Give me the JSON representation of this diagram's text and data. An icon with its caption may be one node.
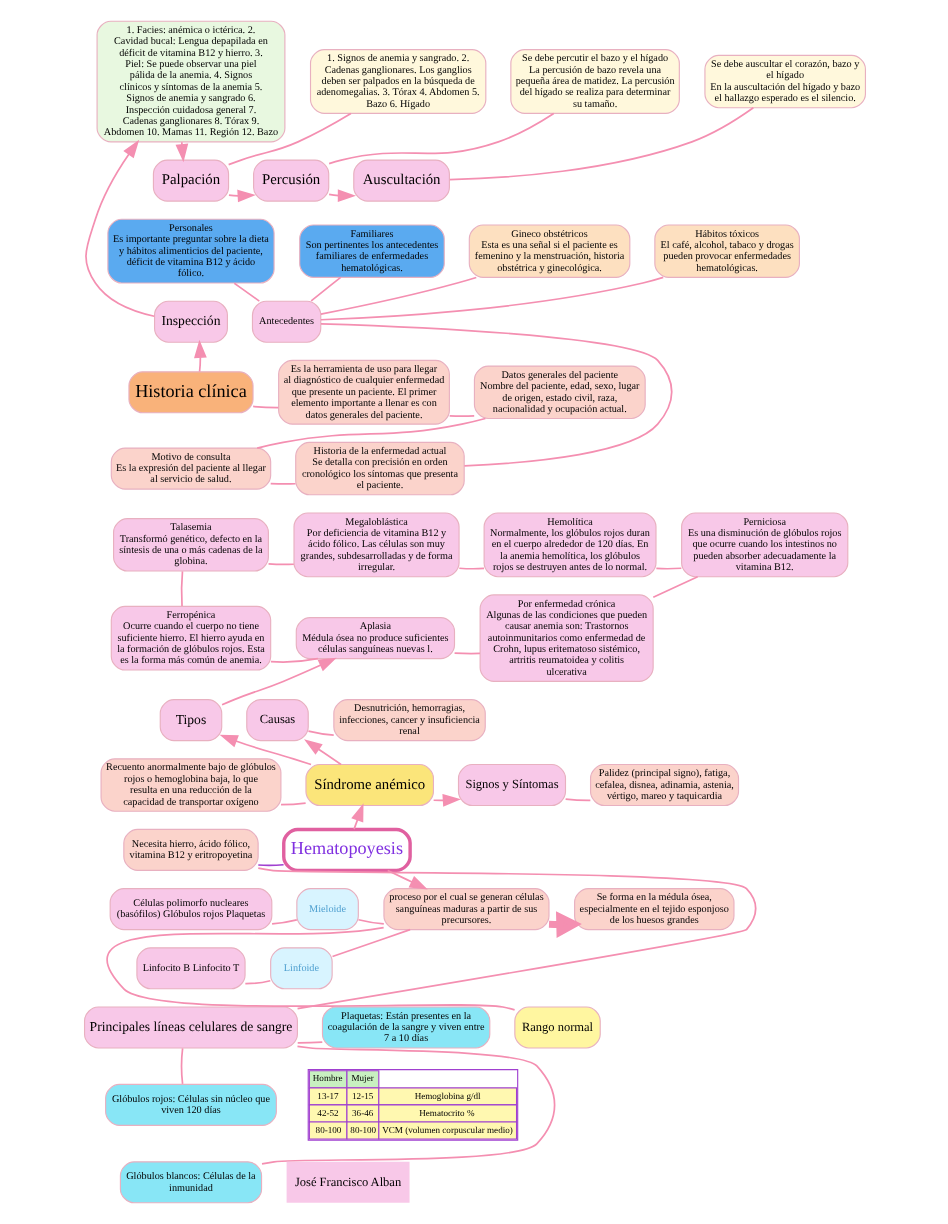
{
  "diagram": {
    "nodes": [
      {
        "text": [
          "Historia clínica"
        ]
      },
      {
        "text": [
          "Inspección"
        ]
      },
      {
        "text": [
          "1. Facies: anémica o ictérica. 2. Cavidad bucal: Lengua depapilada en déficit de vitamina B12 y hierro. 3. Piel: Se puede observar una piel pálida de la anemia. 4. Signos clínicos y síntomas de la anemia 5. Signos de anemia y sangrado 6. Inspección cuidadosa general 7. Cadenas ganglionares 8. Tórax 9. Abdomen 10. Mamas 11. Región 12. Bazo"
        ]
      },
      {
        "text": [
          "Palpación"
        ]
      },
      {
        "text": [
          "1. Signos de anemia y sangrado. 2. Cadenas ganglionares. Los ganglios deben ser palpados en la búsqueda de adenomegalias. 3. Tórax 4. Abdomen 5. Bazo 6. Hígado"
        ]
      },
      {
        "text": [
          "Percusión"
        ]
      },
      {
        "text": [
          "Se debe percutir el bazo y el hígado",
          "La percusión de bazo revela una pequeña área de matidez. La percusión del hígado se realiza para determinar su tamaño."
        ]
      },
      {
        "text": [
          "Auscultación"
        ]
      },
      {
        "text": [
          "Se debe auscultar el corazón, bazo y el hígado",
          "En la auscultación del hígado y bazo el hallazgo esperado es el silencio."
        ]
      },
      {
        "text": [
          "Antecedentes"
        ]
      },
      {
        "text": [
          "Personales",
          "Es importante preguntar sobre la dieta y hábitos alimenticios del paciente, déficit de vitamina B12 y ácido fólico."
        ]
      },
      {
        "text": [
          "Familiares",
          "Son pertinentes los antecedentes familiares de enfermedades hematológicas."
        ]
      },
      {
        "text": [
          "Gineco obstétricos",
          "Esta es una señal si el paciente es femenino y la menstruación, historia obstétrica y ginecológica."
        ]
      },
      {
        "text": [
          "Hábitos tóxicos",
          "El café, alcohol, tabaco y drogas pueden provocar enfermedades hematológicas."
        ]
      },
      {
        "text": [
          "Es la herramienta de uso para llegar al diagnóstico de cualquier enfermedad que presente un paciente. El primer elemento importante a llenar es con datos generales del paciente."
        ]
      },
      {
        "text": [
          "Datos generales del paciente",
          "Nombre del paciente, edad, sexo, lugar de origen, estado civil, raza, nacionalidad y ocupación actual."
        ]
      },
      {
        "text": [
          "Motivo de consulta",
          "Es la expresión del paciente al llegar al servicio de salud."
        ]
      },
      {
        "text": [
          "Historia de la enfermedad actual",
          "Se detalla con precisión en orden cronológico los síntomas que presenta el paciente."
        ]
      },
      {
        "text": [
          "Talasemia",
          "Transformó genético, defecto en la síntesis de una o más cadenas de la globina."
        ]
      },
      {
        "text": [
          "Megaloblástica",
          "Por deficiencia de vitamina B12 y ácido fólico. Las células son muy grandes, subdesarrolladas y de forma irregular."
        ]
      },
      {
        "text": [
          "Hemolítica",
          "Normalmente, los glóbulos rojos duran en el cuerpo alrededor de 120 días. En la anemia hemolítica, los glóbulos rojos se destruyen antes de lo normal."
        ]
      },
      {
        "text": [
          "Perniciosa",
          "Es una disminución de glóbulos rojos que ocurre cuando los intestinos no pueden absorber adecuadamente la vitamina B12."
        ]
      },
      {
        "text": [
          "Ferropénica",
          "Ocurre cuando el cuerpo no tiene suficiente hierro. El hierro ayuda en la formación de glóbulos rojos. Esta es la forma más común de anemia."
        ]
      },
      {
        "text": [
          "Aplasia",
          "Médula ósea no produce suficientes células sanguíneas nuevas l."
        ]
      },
      {
        "text": [
          "Por enfermedad crónica",
          "Algunas de las condiciones que pueden causar anemia son: Trastornos autoinmunitarios como enfermedad de Crohn, lupus eritematoso sistémico, artritis reumatoidea y colitis ulcerativa"
        ]
      },
      {
        "text": [
          "Tipos"
        ]
      },
      {
        "text": [
          "Síndrome anémico"
        ]
      },
      {
        "text": [
          "Recuento anormalmente bajo de glóbulos rojos o hemoglobina baja, lo que resulta en una reducción de la capacidad de transportar oxígeno"
        ]
      },
      {
        "text": [
          "Causas"
        ]
      },
      {
        "text": [
          "Desnutrición, hemorragias, infecciones, cancer y insuficiencia renal"
        ]
      },
      {
        "text": [
          "Signos y Síntomas"
        ]
      },
      {
        "text": [
          "Palidez (principal signo), fatiga, cefalea, disnea, adinamia, astenia, vértigo, mareo y taquicardia"
        ]
      },
      {
        "text": [
          "Hematopoyesis"
        ]
      },
      {
        "text": [
          "Necesita hierro, ácido fólico, vitamina B12 y eritropoyetina"
        ]
      },
      {
        "text": [
          "proceso por el cual se generan células sanguíneas maduras a partir de sus precursores."
        ]
      },
      {
        "text": [
          "Se forma en la médula ósea, especialmente en el tejido esponjoso de los huesos grandes"
        ]
      },
      {
        "text": [
          "Mieloide"
        ]
      },
      {
        "text": [
          "Células polimorfo nucleares (basófilos) Glóbulos rojos Plaquetas"
        ]
      },
      {
        "text": [
          "Linfoide"
        ]
      },
      {
        "text": [
          "Linfocito B Linfocito T"
        ]
      },
      {
        "text": [
          "Principales líneas celulares de sangre"
        ]
      },
      {
        "text": [
          "Plaquetas: Están presentes en la coagulación de la sangre y viven entre 7 a 10 días"
        ]
      },
      {
        "text": [
          "Glóbulos rojos: Células sin núcleo que viven 120 días"
        ]
      },
      {
        "text": [
          "Glóbulos blancos: Células de la inmunidad"
        ]
      },
      {
        "text": [
          "Rango normal"
        ]
      }
    ],
    "edges": [
      {
        "from": 0,
        "to": 1,
        "arrow": "to"
      },
      {
        "from": 1,
        "to": 2,
        "arrow": "to"
      },
      {
        "from": 2,
        "to": 3,
        "arrow": "to"
      },
      {
        "from": 3,
        "to": 5,
        "arrow": "to"
      },
      {
        "from": 5,
        "to": 7,
        "arrow": "to"
      },
      {
        "from": 3,
        "to": 4,
        "arrow": "none"
      },
      {
        "from": 5,
        "to": 6,
        "arrow": "none"
      },
      {
        "from": 7,
        "to": 8,
        "arrow": "none"
      },
      {
        "from": 9,
        "to": 10,
        "arrow": "none"
      },
      {
        "from": 9,
        "to": 11,
        "arrow": "none"
      },
      {
        "from": 9,
        "to": 12,
        "arrow": "none"
      },
      {
        "from": 9,
        "to": 13,
        "arrow": "none"
      },
      {
        "from": 9,
        "to": 17,
        "arrow": "none"
      },
      {
        "from": 0,
        "to": 14,
        "arrow": "none"
      },
      {
        "from": 14,
        "to": 15,
        "arrow": "none"
      },
      {
        "from": 15,
        "to": 16,
        "arrow": "none"
      },
      {
        "from": 16,
        "to": 17,
        "arrow": "none"
      },
      {
        "from": 18,
        "to": 19,
        "arrow": "none"
      },
      {
        "from": 19,
        "to": 20,
        "arrow": "none"
      },
      {
        "from": 20,
        "to": 21,
        "arrow": "none"
      },
      {
        "from": 18,
        "to": 22,
        "arrow": "none"
      },
      {
        "from": 21,
        "to": 24,
        "arrow": "none"
      },
      {
        "from": 22,
        "to": 23,
        "arrow": "none"
      },
      {
        "from": 23,
        "to": 24,
        "arrow": "none"
      },
      {
        "from": 25,
        "to": 23,
        "arrow": "to"
      },
      {
        "from": 26,
        "to": 25,
        "arrow": "to"
      },
      {
        "from": 27,
        "to": 26,
        "arrow": "none"
      },
      {
        "from": 26,
        "to": 28,
        "arrow": "to"
      },
      {
        "from": 26,
        "to": 30,
        "arrow": "to"
      },
      {
        "from": 28,
        "to": 29,
        "arrow": "none"
      },
      {
        "from": 30,
        "to": 31,
        "arrow": "none"
      },
      {
        "from": 32,
        "to": 26,
        "arrow": "to"
      },
      {
        "from": 33,
        "to": 32,
        "arrow": "none",
        "color": "#a040d0"
      },
      {
        "from": 32,
        "to": 34,
        "arrow": "to"
      },
      {
        "from": 34,
        "to": 35,
        "arrow": "to",
        "style": "thick"
      },
      {
        "from": 34,
        "to": 36,
        "arrow": "none"
      },
      {
        "from": 34,
        "to": 38,
        "arrow": "none"
      },
      {
        "from": 36,
        "to": 37,
        "arrow": "none"
      },
      {
        "from": 38,
        "to": 39,
        "arrow": "none"
      },
      {
        "from": 34,
        "to": 44,
        "arrow": "none"
      },
      {
        "from": 33,
        "to": 40,
        "arrow": "none"
      },
      {
        "from": 40,
        "to": 41,
        "arrow": "none"
      },
      {
        "from": 40,
        "to": 42,
        "arrow": "none"
      },
      {
        "from": 40,
        "to": 43,
        "arrow": "none"
      }
    ],
    "labels": [
      "Hombre",
      "Mujer",
      "13-17",
      "12-15",
      "Hemoglobina g/dl",
      "42-52",
      "36-46",
      "Hematocrito %",
      "80-100",
      "80-100",
      "VCM (volumen corpuscular medio)",
      "José Francisco Alban"
    ]
  }
}
